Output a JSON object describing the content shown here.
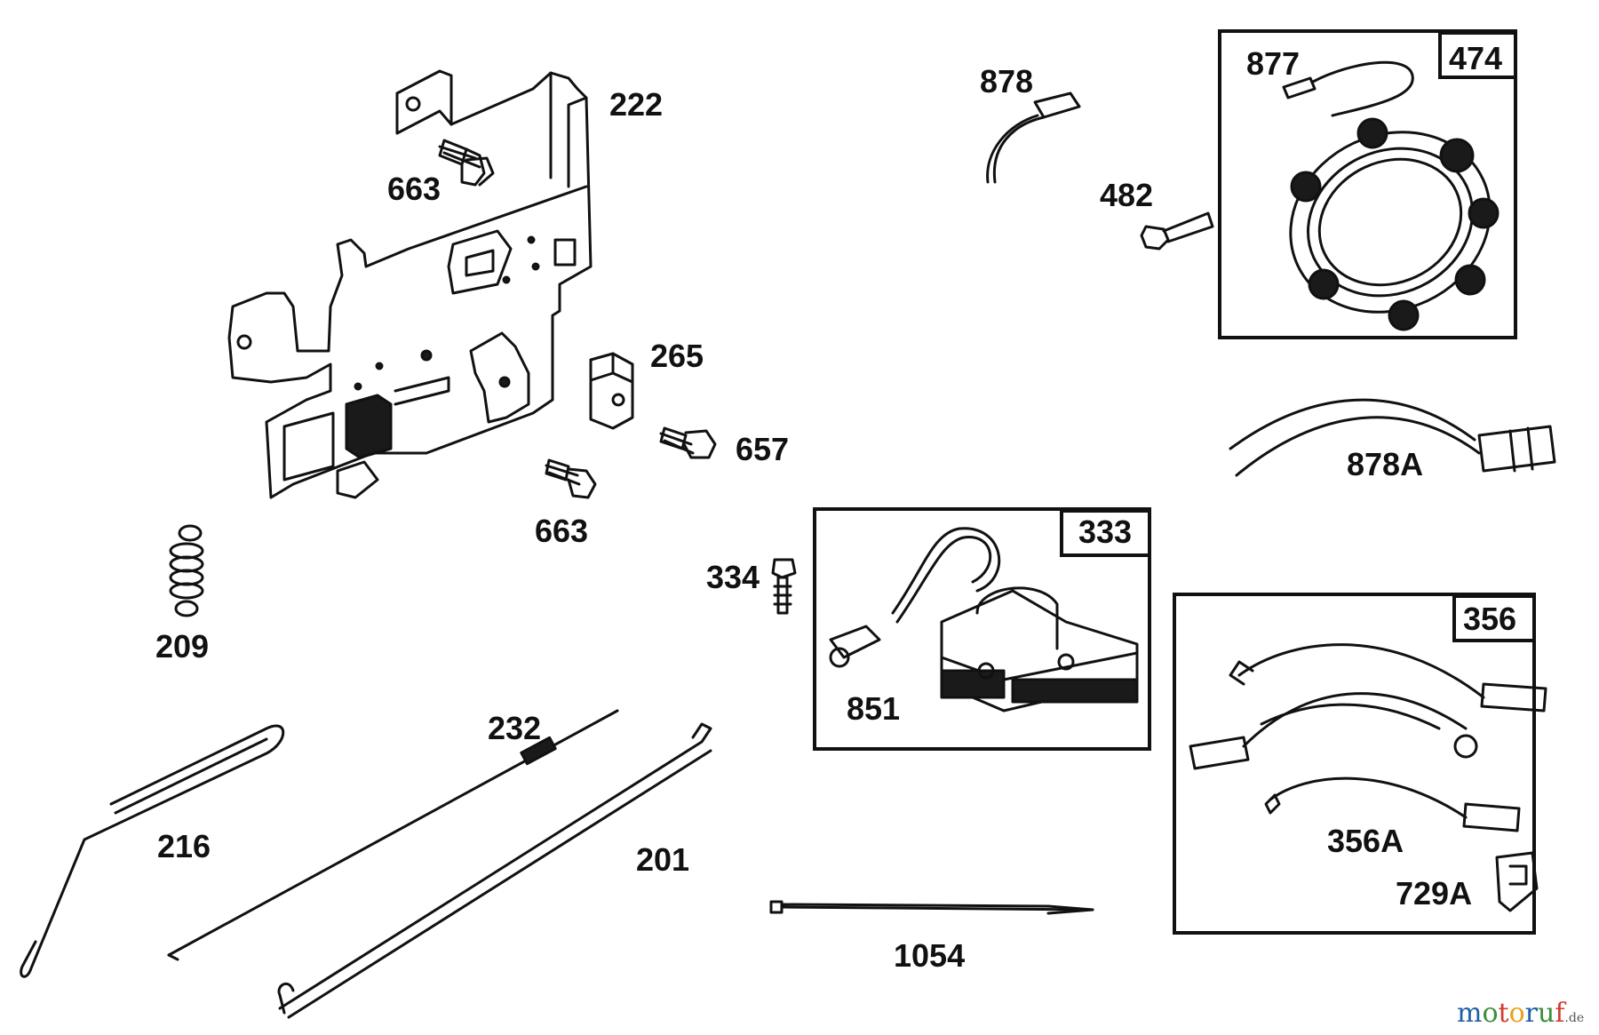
{
  "parts": [
    {
      "id": "222",
      "label": "222"
    },
    {
      "id": "663-a",
      "label": "663"
    },
    {
      "id": "663-b",
      "label": "663"
    },
    {
      "id": "265",
      "label": "265"
    },
    {
      "id": "657",
      "label": "657"
    },
    {
      "id": "209",
      "label": "209"
    },
    {
      "id": "216",
      "label": "216"
    },
    {
      "id": "232",
      "label": "232"
    },
    {
      "id": "201",
      "label": "201"
    },
    {
      "id": "334",
      "label": "334"
    },
    {
      "id": "1054",
      "label": "1054"
    },
    {
      "id": "878",
      "label": "878"
    },
    {
      "id": "482",
      "label": "482"
    },
    {
      "id": "877",
      "label": "877"
    },
    {
      "id": "878A",
      "label": "878A"
    },
    {
      "id": "851",
      "label": "851"
    },
    {
      "id": "356A",
      "label": "356A"
    },
    {
      "id": "729A",
      "label": "729A"
    }
  ],
  "kits": [
    {
      "id": "474",
      "label": "474"
    },
    {
      "id": "333",
      "label": "333"
    },
    {
      "id": "356",
      "label": "356"
    }
  ],
  "watermark": {
    "text": "motoruf",
    "suffix": ".de",
    "colors": [
      "#1f5fa8",
      "#3a8f3a",
      "#d23b2e",
      "#e8a21a",
      "#1f5fa8",
      "#3a8f3a",
      "#d23b2e"
    ]
  }
}
